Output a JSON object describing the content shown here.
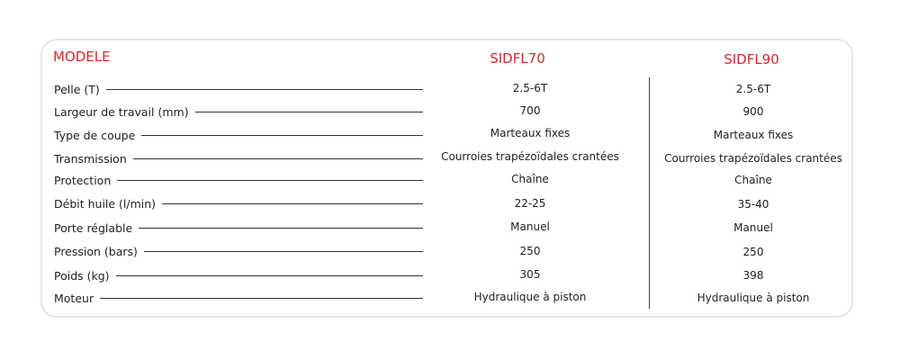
{
  "header": {
    "model_label": "MODELE",
    "columns": [
      "SIDFL70",
      "SIDFL90"
    ]
  },
  "rows": [
    {
      "label": "Pelle (T)",
      "values": [
        "2.5-6T",
        "2.5-6T"
      ]
    },
    {
      "label": "Largeur de travail (mm)",
      "values": [
        "700",
        "900"
      ]
    },
    {
      "label": "Type de coupe",
      "values": [
        "Marteaux fixes",
        "Marteaux fixes"
      ]
    },
    {
      "label": "Transmission",
      "values": [
        "Courroies trapézoïdales crantées",
        "Courroies trapézoïdales crantées"
      ]
    },
    {
      "label": "Protection",
      "values": [
        "Chaîne",
        "Chaîne"
      ]
    },
    {
      "label": "Débit huile (l/min)",
      "values": [
        "22-25",
        "35-40"
      ]
    },
    {
      "label": "Porte réglable",
      "values": [
        "Manuel",
        "Manuel"
      ]
    },
    {
      "label": "Pression (bars)",
      "values": [
        "250",
        "250"
      ]
    },
    {
      "label": "Poids (kg)",
      "values": [
        "305",
        "398"
      ]
    },
    {
      "label": "Moteur",
      "values": [
        "Hydraulique à piston",
        "Hydraulique à piston"
      ]
    }
  ],
  "colors": {
    "accent": "#d7282f",
    "border": "#e6e6e6",
    "text": "#222222"
  }
}
